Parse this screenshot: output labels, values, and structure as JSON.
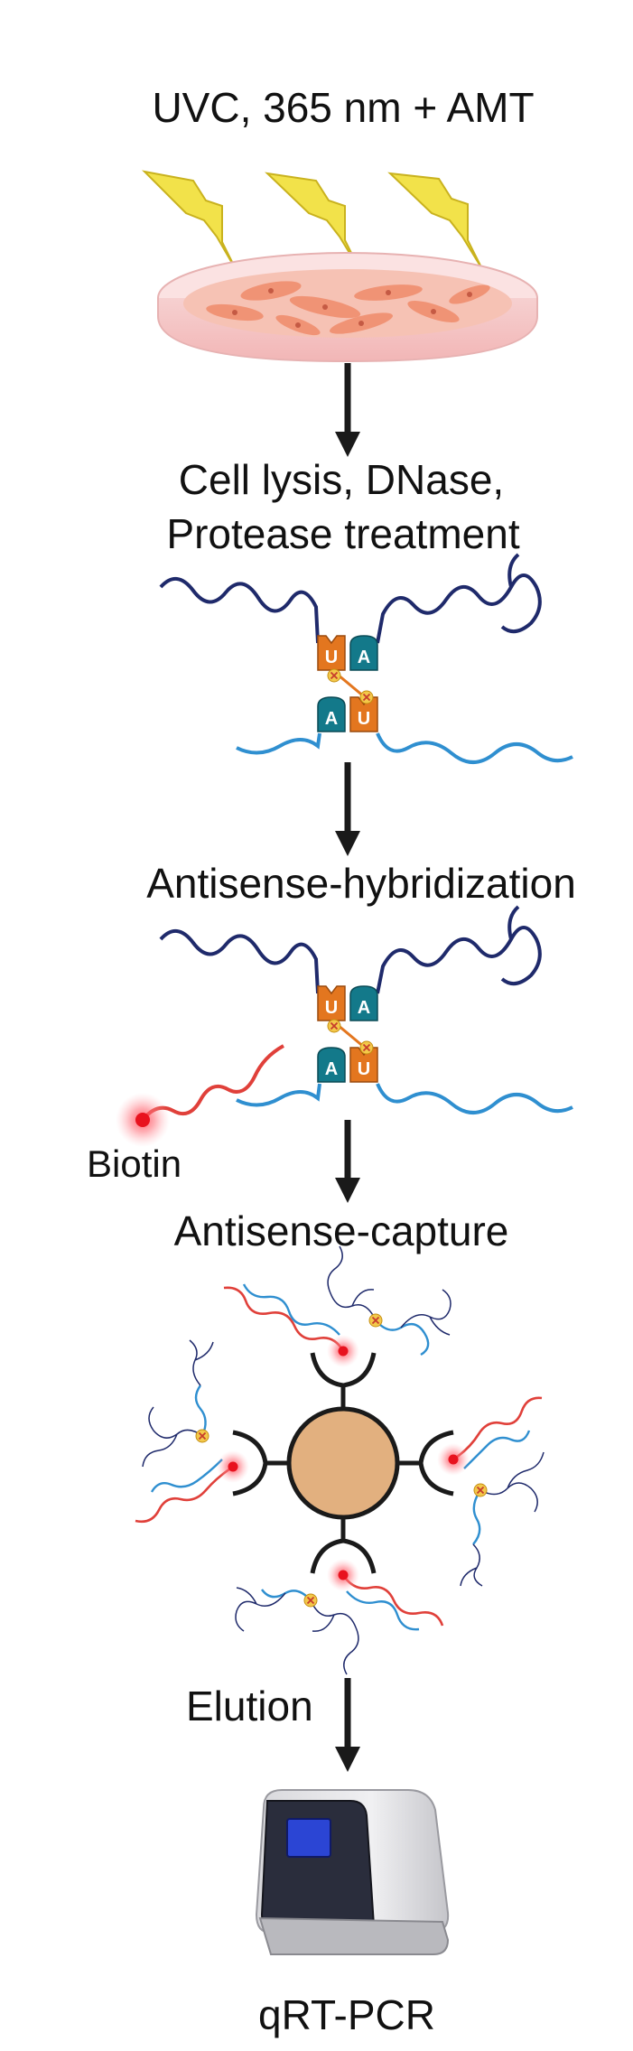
{
  "steps": {
    "crosslink": "UVC, 365 nm + AMT",
    "lysis_line1": "Cell lysis, DNase,",
    "lysis_line2": "Protease treatment",
    "hybridization": "Antisense-hybridization",
    "capture": "Antisense-capture",
    "elution": "Elution",
    "readout": "qRT-PCR"
  },
  "labels": {
    "biotin": "Biotin",
    "base_u": "U",
    "base_a": "A"
  },
  "icons": {
    "uv": "lightning-bolt-icon",
    "dish": "petri-dish-icon",
    "bead": "streptavidin-bead-icon",
    "instrument": "qpcr-machine-icon"
  },
  "colors": {
    "dark_rna": "#1f2a6b",
    "light_rna": "#2f8fd0",
    "probe": "#e0403a",
    "uracil": "#e3761f",
    "adenine": "#13798a",
    "bolt": "#f2e24a",
    "bead": "#e2b07f",
    "arrow": "#1a1a1a"
  }
}
